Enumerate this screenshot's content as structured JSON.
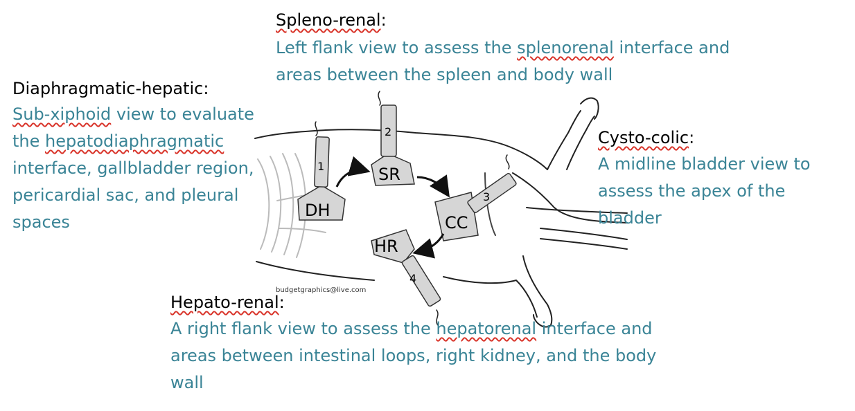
{
  "sections": {
    "spleno_renal": {
      "title": "Spleno-renal",
      "colon": ":",
      "desc_parts": [
        "Left flank view to assess the ",
        "splenorenal",
        " interface and areas between the spleen and body wall"
      ]
    },
    "diaphragmatic_hepatic": {
      "title": "Diaphragmatic-hepatic:",
      "desc_parts": [
        "Sub-xiphoid",
        " view to evaluate the ",
        "hepatodiaphragmatic",
        " interface, gallbladder region, pericardial sac, and pleural spaces"
      ]
    },
    "cysto_colic": {
      "title": "Cysto-colic",
      "colon": ":",
      "desc": "A midline bladder view to assess the apex of the bladder"
    },
    "hepato_renal": {
      "title": "Hepato-renal",
      "colon": ":",
      "desc_parts": [
        "A right flank view to assess the ",
        "hepatorenal",
        " interface and areas between intestinal loops, right kidney, and the body wall"
      ]
    }
  },
  "diagram": {
    "sites": [
      {
        "abbr": "DH",
        "num": "1"
      },
      {
        "abbr": "SR",
        "num": "2"
      },
      {
        "abbr": "CC",
        "num": "3"
      },
      {
        "abbr": "HR",
        "num": "4"
      }
    ],
    "credit": "budgetgraphics@live.com"
  },
  "colors": {
    "desc_text": "#3a8496",
    "probe_fill": "#d6d6d6",
    "spellcheck": "#d9352b"
  }
}
